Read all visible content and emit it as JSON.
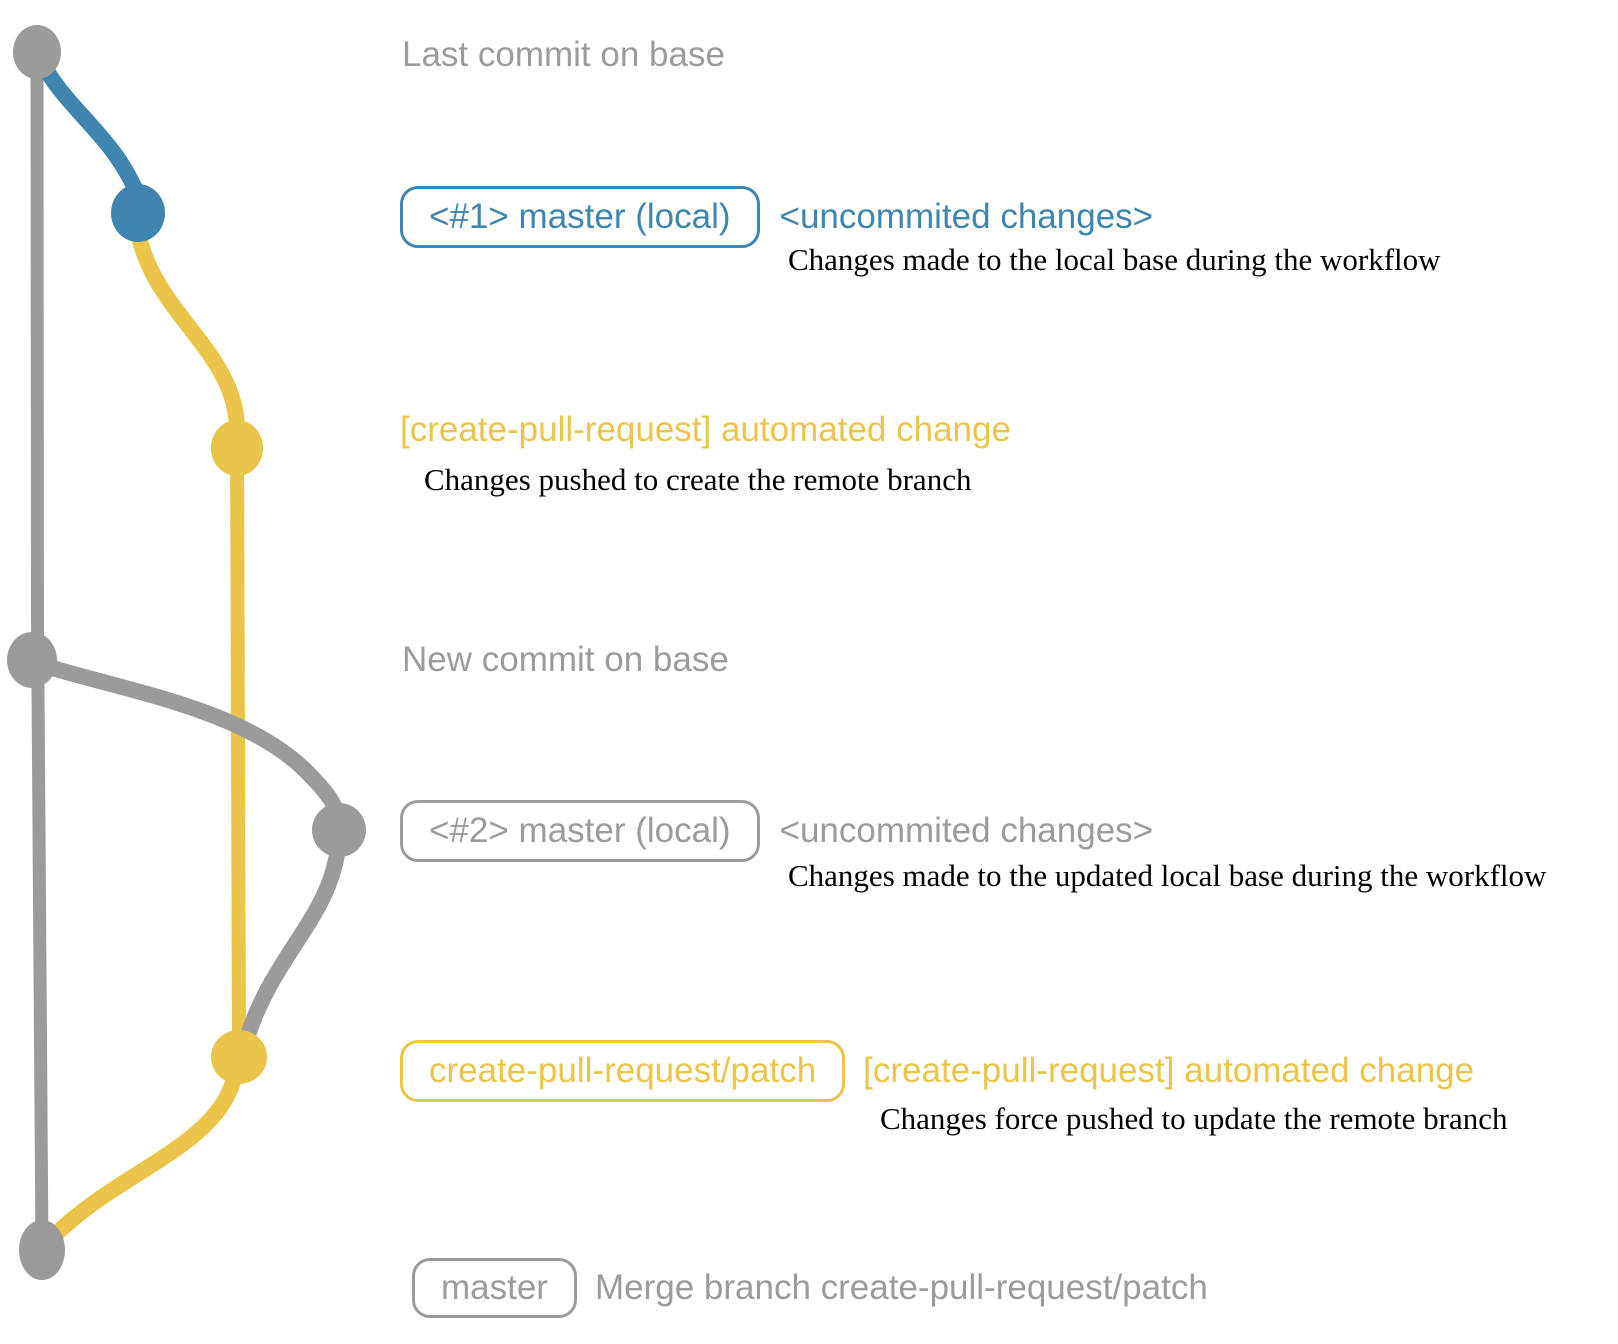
{
  "colors": {
    "gray": "#9b9b9b",
    "blue": "#3e86af",
    "yellow": "#ebc44a",
    "description_text": "#000000",
    "background": "#ffffff"
  },
  "graph": {
    "branches": [
      {
        "name": "base-remote-master",
        "color": "#9b9b9b"
      },
      {
        "name": "master-local",
        "color": "#3e86af"
      },
      {
        "name": "create-pull-request-patch",
        "color": "#ebc44a"
      }
    ],
    "commits": [
      {
        "id": "last-commit-on-base",
        "color": "gray"
      },
      {
        "id": "uncommitted-changes-1",
        "color": "blue"
      },
      {
        "id": "remote-branch-commit-1",
        "color": "yellow"
      },
      {
        "id": "new-commit-on-base",
        "color": "gray"
      },
      {
        "id": "uncommitted-changes-2",
        "color": "gray"
      },
      {
        "id": "remote-branch-commit-2",
        "color": "yellow"
      },
      {
        "id": "merge-commit",
        "color": "gray"
      }
    ]
  },
  "annotations": {
    "last_commit": "Last commit on base",
    "new_commit": "New commit on base"
  },
  "row1": {
    "box": "<#1> master (local)",
    "tag": "<uncommited changes>",
    "desc": "Changes made to the local base during the workflow"
  },
  "yellow_row1": {
    "label": "[create-pull-request] automated change",
    "desc": "Changes pushed to create the remote branch"
  },
  "row2": {
    "box": "<#2> master (local)",
    "tag": "<uncommited changes>",
    "desc": "Changes made to the updated local base during the workflow"
  },
  "yellow_row2": {
    "box": "create-pull-request/patch",
    "label": "[create-pull-request] automated change",
    "desc": "Changes force pushed to update the remote branch"
  },
  "bottom_row": {
    "box": "master",
    "label": "Merge branch create-pull-request/patch"
  }
}
